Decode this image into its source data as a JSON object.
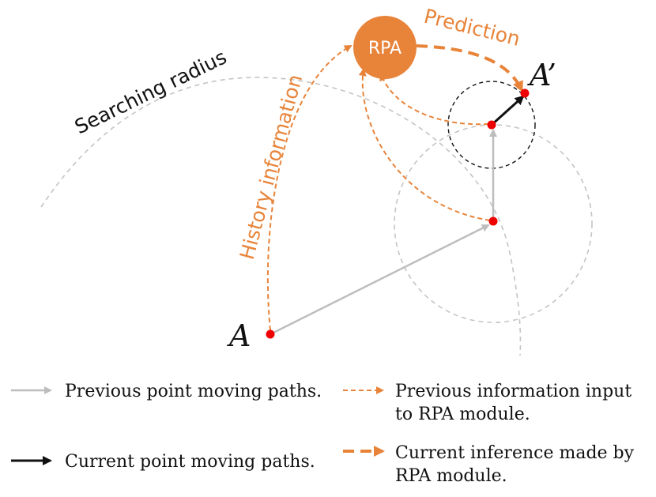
{
  "diagram": {
    "rpa_label": "RPA",
    "prediction_label": "Prediction",
    "history_label": "History information",
    "radius_label": "Searching radius",
    "point_a_label": "A",
    "point_a_prime_label": "A’"
  },
  "legend": {
    "previous_paths": "Previous point moving paths.",
    "current_paths": "Current point moving paths.",
    "previous_info_line1": "Previous information input",
    "previous_info_line2": "to RPA module.",
    "current_inference_line1": "Current inference made by",
    "current_inference_line2": "RPA module."
  },
  "colors": {
    "orange": "#e8843a",
    "gray": "#bdbdbd",
    "point_red": "#ee0000",
    "black": "#111111"
  }
}
